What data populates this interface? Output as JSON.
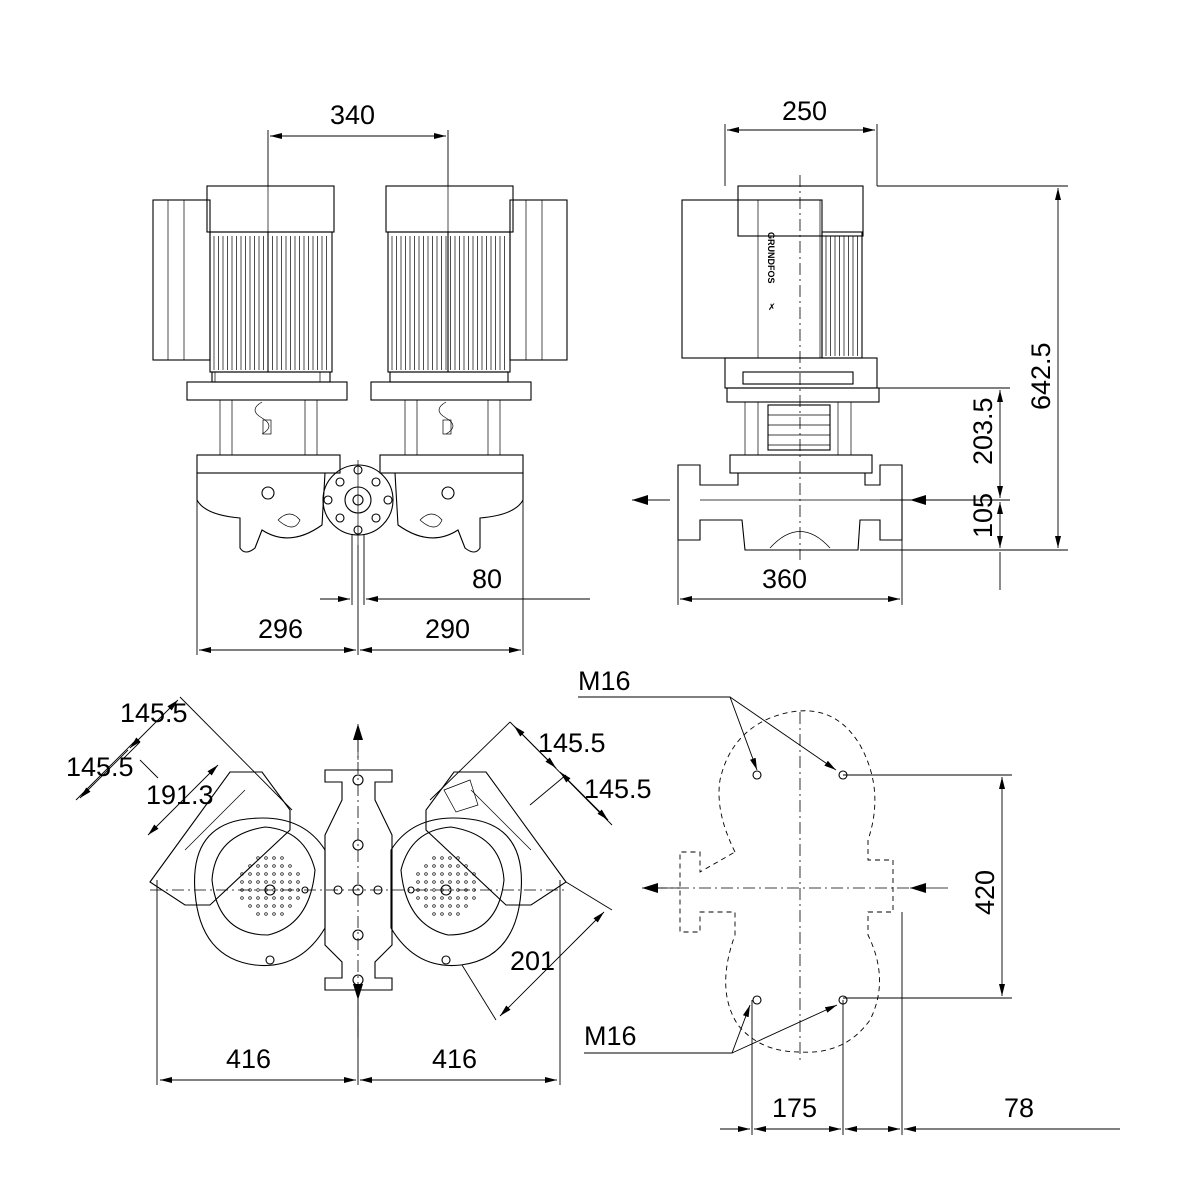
{
  "drawing": {
    "brand_label": "GRUNDFOS",
    "front_view": {
      "motor_spacing": "340",
      "left_to_center": "296",
      "right_to_center": "290",
      "flange_offset": "80"
    },
    "side_view": {
      "motor_depth": "250",
      "total_height": "642.5",
      "coupling_height": "203.5",
      "port_height": "105",
      "port_to_port": "360"
    },
    "top_view": {
      "motor_clearance_outer_left": "145.5",
      "motor_clearance_inner_left": "145.5",
      "motor_clearance_inner_right": "145.5",
      "motor_clearance_outer_right": "145.5",
      "motor_depth_left": "191.3",
      "motor_depth_right": "201",
      "half_width_left": "416",
      "half_width_right": "416"
    },
    "foundation_view": {
      "bolt_thread_top": "M16",
      "bolt_thread_bottom": "M16",
      "bolt_spacing_vertical": "420",
      "bolt_spacing_horizontal": "175",
      "bolt_offset": "78"
    }
  }
}
